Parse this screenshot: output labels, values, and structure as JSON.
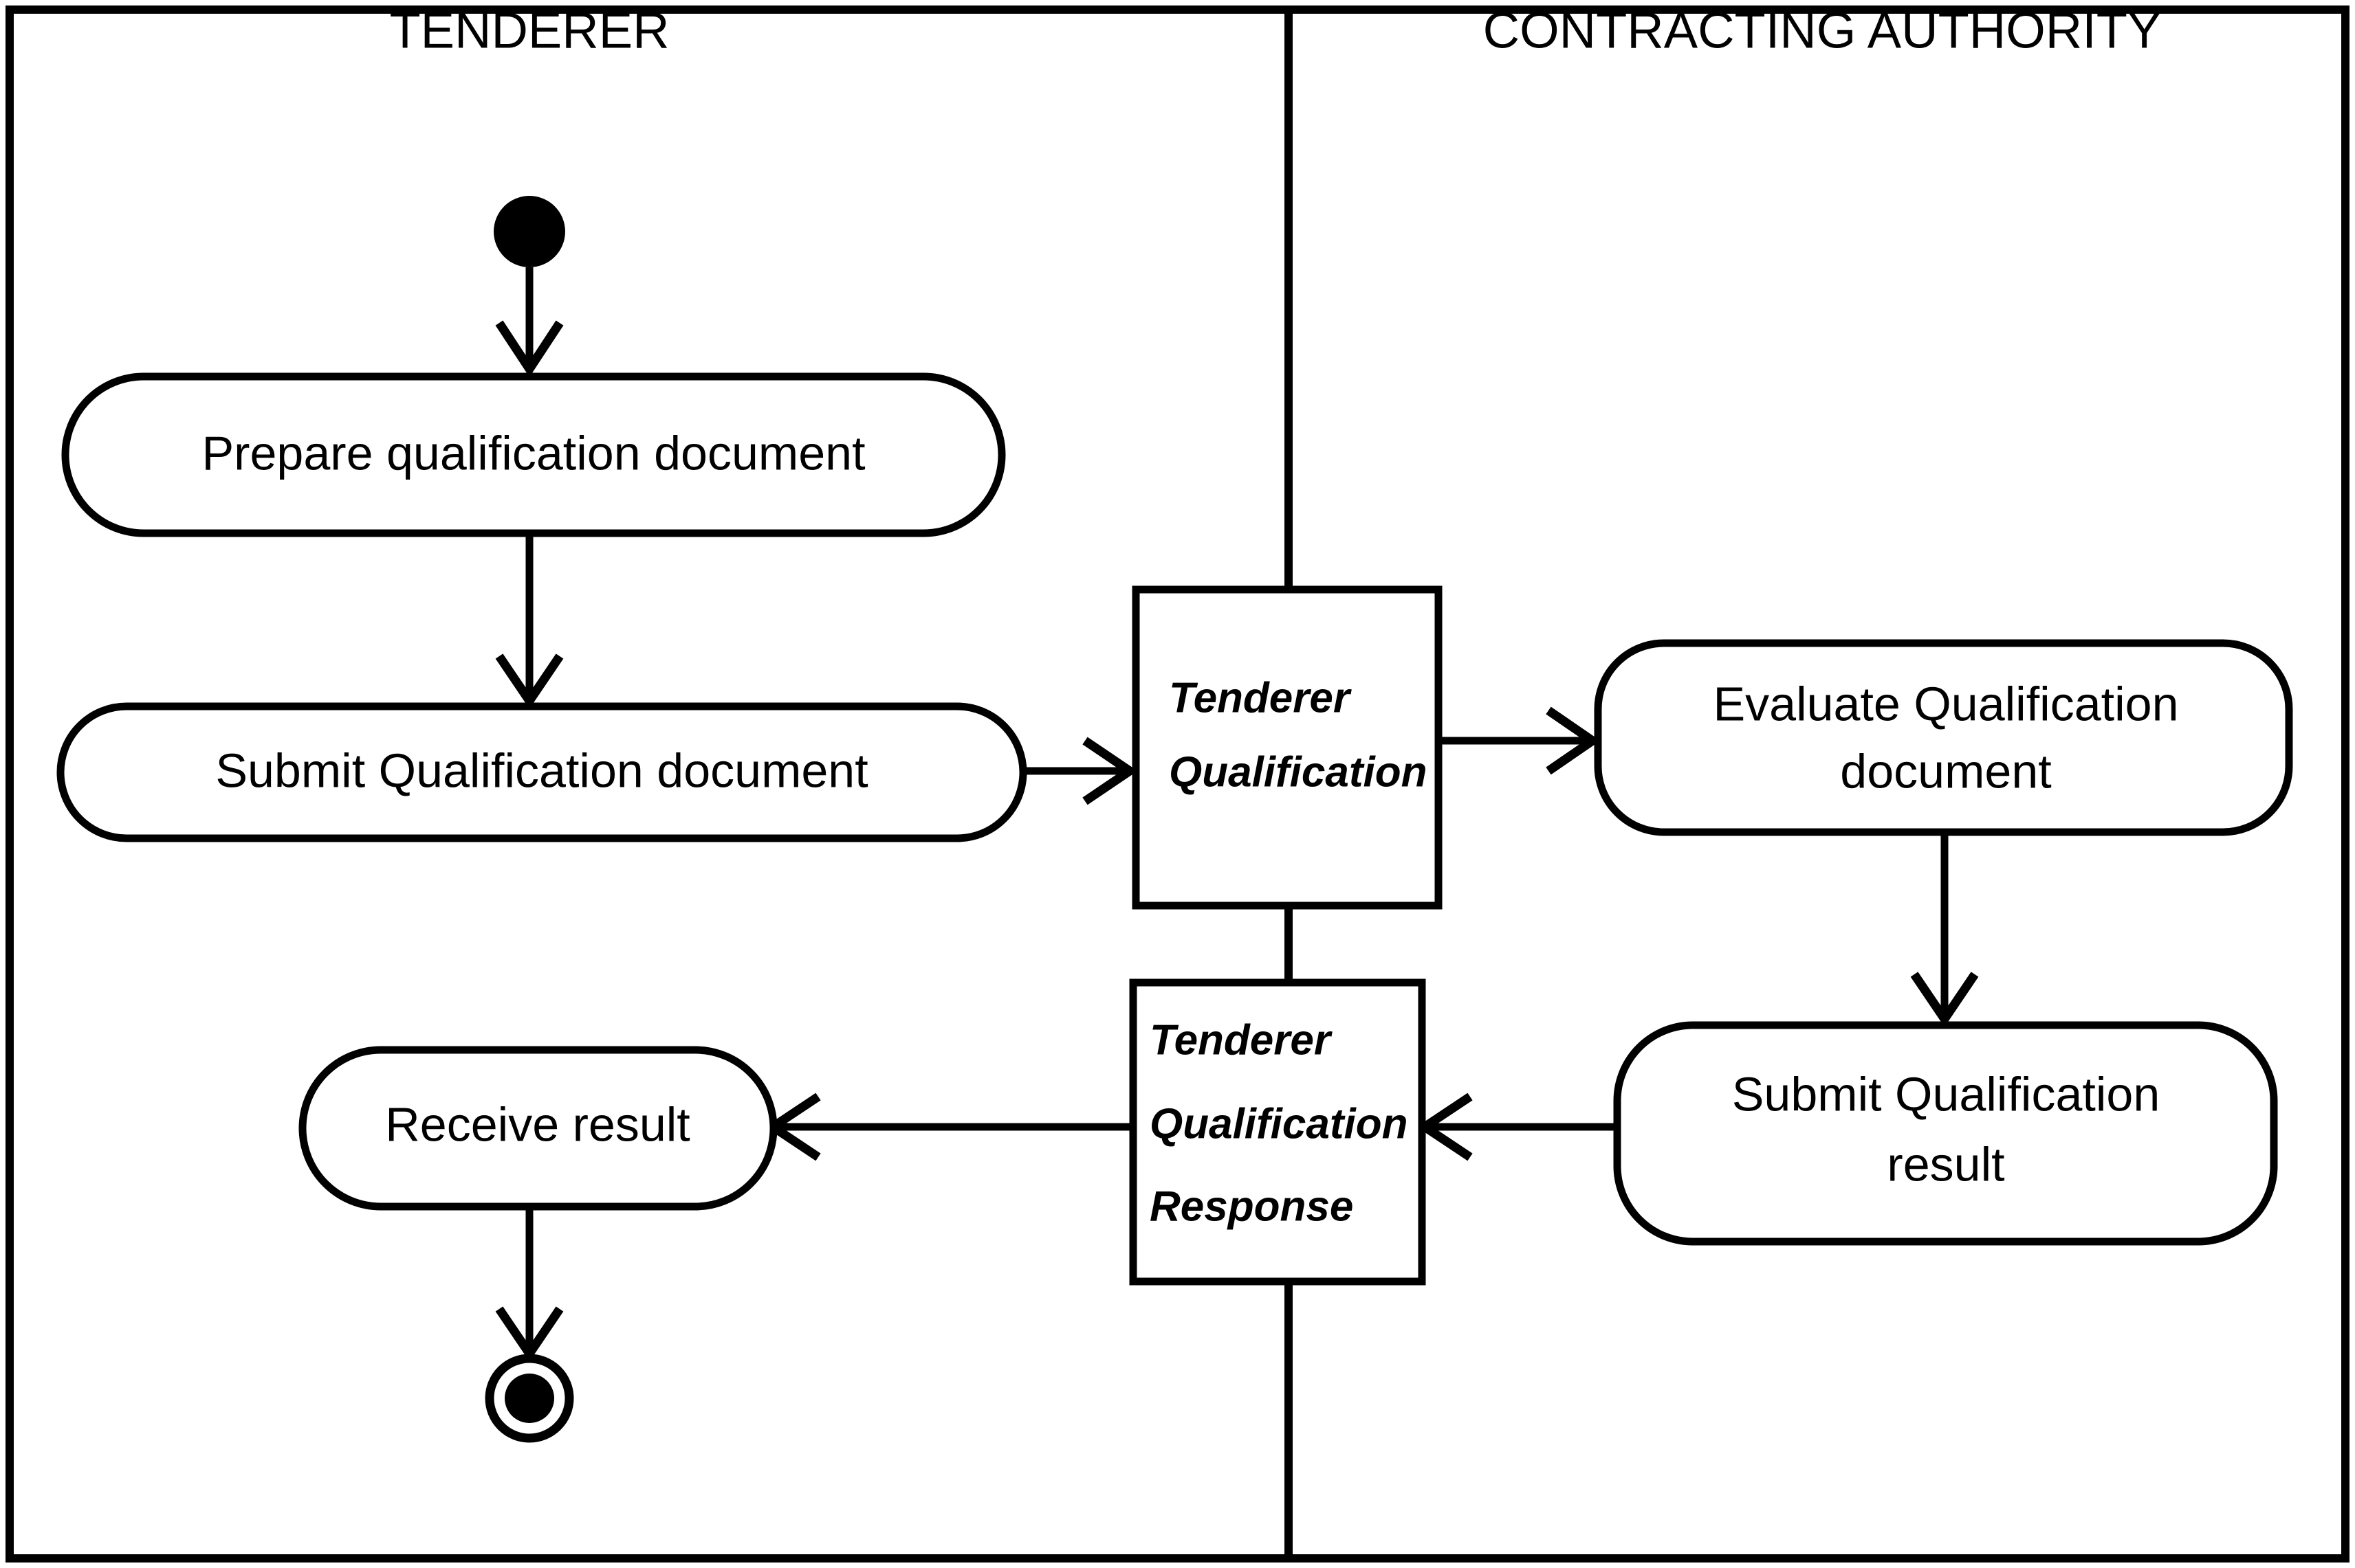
{
  "diagram": {
    "type": "uml-activity-diagram",
    "title": "",
    "background_color": "#ffffff",
    "line_color": "#000000",
    "lanes": [
      {
        "id": "tenderer",
        "label": "TENDERER"
      },
      {
        "id": "contracting_authority",
        "label": "CONTRACTING AUTHORITY"
      }
    ],
    "nodes": [
      {
        "id": "start",
        "kind": "initial-node",
        "lane": "tenderer",
        "label": ""
      },
      {
        "id": "prepare_qual_doc",
        "kind": "action",
        "lane": "tenderer",
        "label": "Prepare qualification document"
      },
      {
        "id": "submit_qual_doc",
        "kind": "action",
        "lane": "tenderer",
        "label": "Submit Qualification document"
      },
      {
        "id": "signal_tq",
        "kind": "signal",
        "lane": "boundary",
        "label_lines": [
          "Tenderer",
          "Qualification"
        ]
      },
      {
        "id": "evaluate_qual_doc",
        "kind": "action",
        "lane": "contracting_authority",
        "label_lines": [
          "Evaluate  Qualification",
          "document"
        ]
      },
      {
        "id": "submit_qual_result",
        "kind": "action",
        "lane": "contracting_authority",
        "label_lines": [
          "Submit Qualification",
          "result"
        ]
      },
      {
        "id": "signal_tqr",
        "kind": "signal",
        "lane": "boundary",
        "label_lines": [
          "Tenderer",
          "Qualification",
          "Response"
        ]
      },
      {
        "id": "receive_result",
        "kind": "action",
        "lane": "tenderer",
        "label": "Receive result"
      },
      {
        "id": "end",
        "kind": "final-node",
        "lane": "tenderer",
        "label": ""
      }
    ],
    "edges": [
      {
        "from": "start",
        "to": "prepare_qual_doc"
      },
      {
        "from": "prepare_qual_doc",
        "to": "submit_qual_doc"
      },
      {
        "from": "submit_qual_doc",
        "to": "signal_tq"
      },
      {
        "from": "signal_tq",
        "to": "evaluate_qual_doc"
      },
      {
        "from": "evaluate_qual_doc",
        "to": "submit_qual_result"
      },
      {
        "from": "submit_qual_result",
        "to": "signal_tqr"
      },
      {
        "from": "signal_tqr",
        "to": "receive_result"
      },
      {
        "from": "receive_result",
        "to": "end"
      }
    ]
  },
  "labels": {
    "lane_tenderer": "TENDERER",
    "lane_contracting_authority": "CONTRACTING AUTHORITY",
    "prepare_qual_doc": "Prepare qualification document",
    "submit_qual_doc": "Submit Qualification document",
    "signal_tq_line1": "Tenderer",
    "signal_tq_line2": "Qualification",
    "evaluate_line1": "Evaluate  Qualification",
    "evaluate_line2": "document",
    "submit_result_line1": "Submit Qualification",
    "submit_result_line2": "result",
    "signal_tqr_line1": "Tenderer",
    "signal_tqr_line2": "Qualification",
    "signal_tqr_line3": "Response",
    "receive_result": "Receive result"
  }
}
